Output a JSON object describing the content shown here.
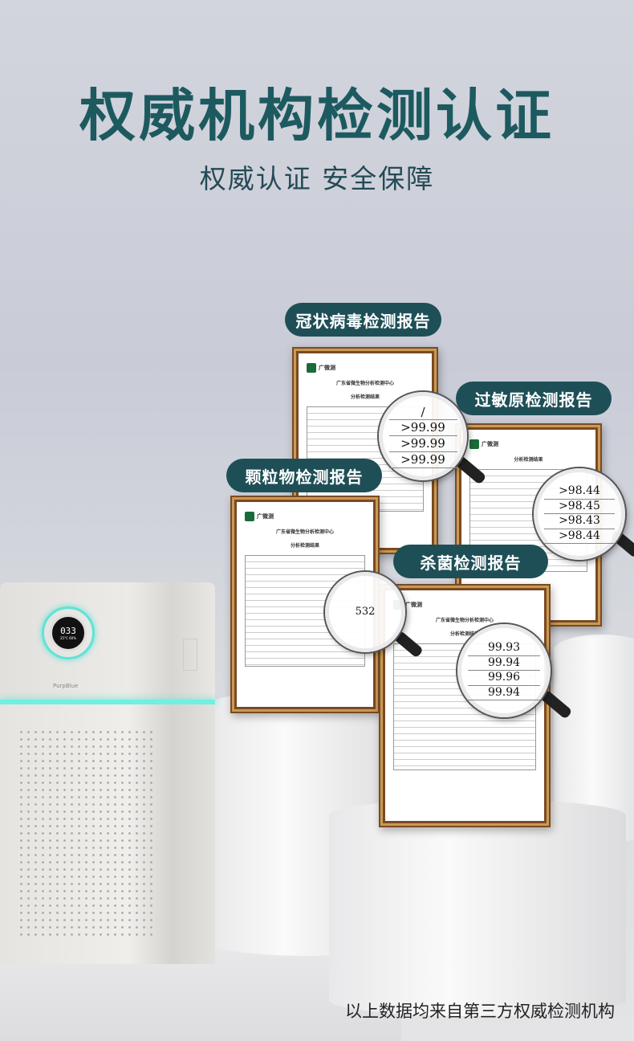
{
  "title": "权威机构检测认证",
  "subtitle": "权威认证 安全保障",
  "reports": [
    {
      "label": "冠状病毒检测报告",
      "values": [
        "/",
        ">99.99",
        ">99.99",
        ">99.99"
      ]
    },
    {
      "label": "过敏原检测报告",
      "values": [
        ">98.44",
        ">98.45",
        ">98.43",
        ">98.44"
      ]
    },
    {
      "label": "颗粒物检测报告",
      "values": [
        "532"
      ]
    },
    {
      "label": "杀菌检测报告",
      "values": [
        "99.93",
        "99.94",
        "99.96",
        "99.94"
      ]
    }
  ],
  "certificate": {
    "logo": "广微测",
    "org": "广东省微生物分析检测中心",
    "heading": "分析检测结果"
  },
  "purifier": {
    "display_main": "033",
    "display_sub": "25°C  60%",
    "brand": "PurpBlue"
  },
  "footer": "以上数据均来自第三方权威检测机构",
  "colors": {
    "brand": "#1d5a60",
    "pill": "#1e4f57",
    "glow": "#5fe3d6"
  }
}
